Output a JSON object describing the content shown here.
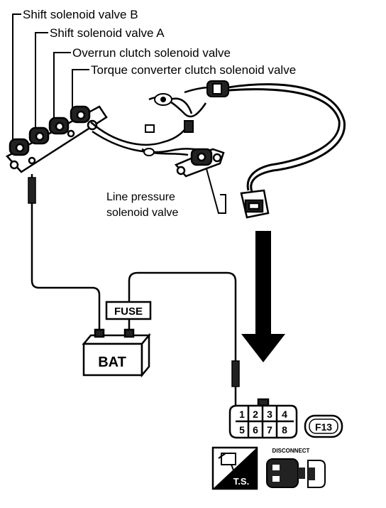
{
  "labels": {
    "shift_solenoid_b": "Shift solenoid valve B",
    "shift_solenoid_a": "Shift solenoid valve A",
    "overrun_clutch": "Overrun clutch solenoid valve",
    "torque_converter": "Torque converter clutch solenoid valve",
    "line_pressure_1": "Line pressure",
    "line_pressure_2": "solenoid valve"
  },
  "fuse_label": "FUSE",
  "battery_label": "BAT",
  "connector": {
    "pins_top": [
      "1",
      "2",
      "3",
      "4"
    ],
    "pins_bottom": [
      "5",
      "6",
      "7",
      "8"
    ],
    "code": "F13"
  },
  "icons": {
    "ts_label": "T.S.",
    "disconnect_label": "DISCONNECT"
  }
}
